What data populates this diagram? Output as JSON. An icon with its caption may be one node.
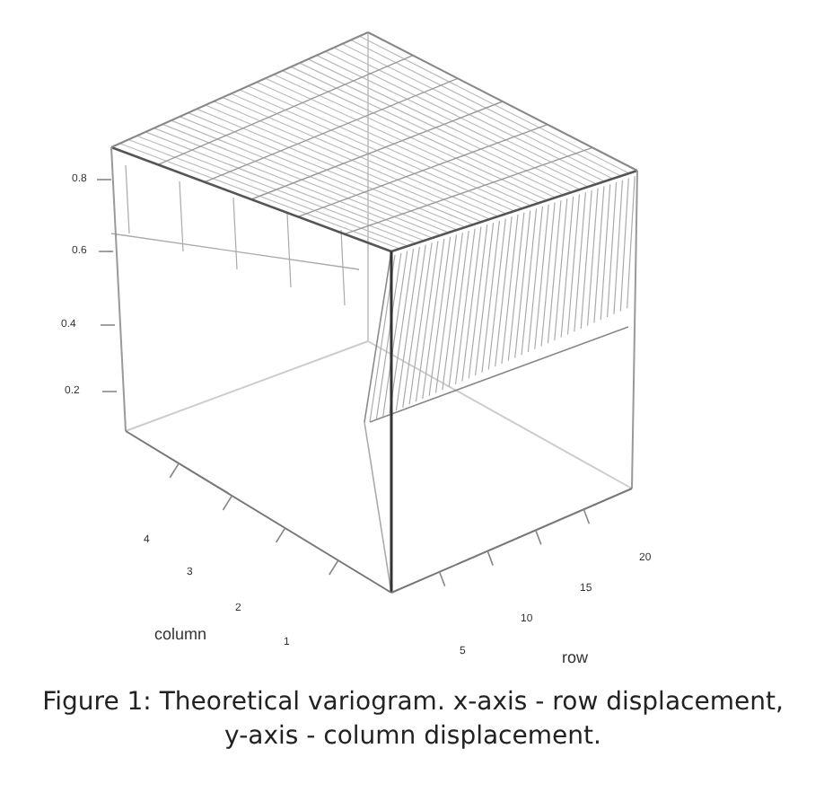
{
  "diagram": {
    "caption": "Figure 1: Theoretical variogram. x-axis - row displacement, y-axis - column displacement.",
    "labels": [
      "0.8",
      "0.6",
      "0.4",
      "0.2",
      "4",
      "3",
      "2",
      "1",
      "column",
      "5",
      "10",
      "15",
      "20",
      "row"
    ]
  }
}
